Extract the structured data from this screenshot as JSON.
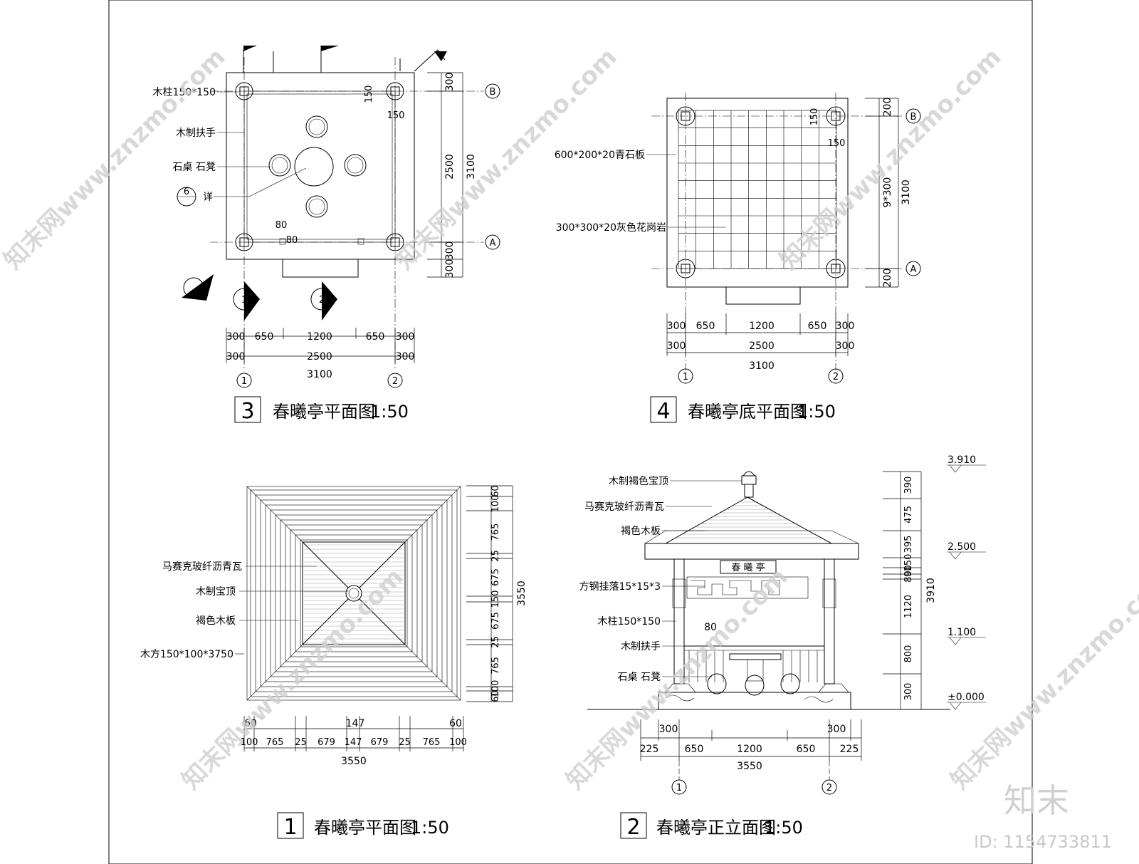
{
  "watermark": {
    "text": "知末网www.znzmo.com",
    "brand": "知末",
    "id": "ID: 1154733811"
  },
  "plan3": {
    "number": "3",
    "title": "春曦亭平面图",
    "scale": "1:50",
    "labels": {
      "post": "木柱150*150",
      "rail": "木制扶手",
      "table": "石桌 石凳",
      "detail_num": "6",
      "detail": "详"
    },
    "dims_h1": [
      "300",
      "650",
      "1200",
      "650",
      "300"
    ],
    "dims_h2": [
      "300",
      "2500",
      "300"
    ],
    "dims_h3": "3100",
    "dims_v": [
      "300",
      "2500",
      "300",
      "300"
    ],
    "dims_v_total": "3100",
    "small": [
      "150",
      "150",
      "80",
      "80"
    ],
    "axes": [
      "B",
      "A",
      "1",
      "2"
    ],
    "section_marks": [
      "1",
      "2"
    ]
  },
  "plan4": {
    "number": "4",
    "title": "春曦亭底平面图",
    "scale": "1:50",
    "labels": {
      "stone": "600*200*20青石板",
      "granite": "300*300*20灰色花岗岩"
    },
    "dims_h1": [
      "300",
      "650",
      "1200",
      "650",
      "300"
    ],
    "dims_h2": [
      "300",
      "2500",
      "300"
    ],
    "dims_h3": "3100",
    "dims_v": [
      "200",
      "9*300",
      "200"
    ],
    "dims_v_total": "3100",
    "small": [
      "150",
      "150"
    ],
    "axes": [
      "B",
      "A",
      "1",
      "2"
    ]
  },
  "roof1": {
    "number": "1",
    "title": "春曦亭平面图",
    "scale": "1:50",
    "labels": {
      "tile": "马赛克玻纤沥青瓦",
      "top": "木制宝顶",
      "board": "褐色木板",
      "beam": "木方150*100*3750"
    },
    "dims_v": [
      "60",
      "100",
      "765",
      "25",
      "675",
      "150",
      "675",
      "25",
      "765",
      "100",
      "60"
    ],
    "dims_v_total": "3550",
    "dims_h_top": [
      "60",
      "147",
      "60"
    ],
    "dims_h": [
      "100",
      "765",
      "25",
      "679",
      "147",
      "679",
      "25",
      "765",
      "100"
    ],
    "dims_h_total": "3550"
  },
  "elev2": {
    "number": "2",
    "title": "春曦亭正立面图",
    "scale": "1:50",
    "labels": {
      "top": "木制褐色宝顶",
      "tile": "马赛克玻纤沥青瓦",
      "board": "褐色木板",
      "fret": "方钢挂落15*15*3",
      "post": "木柱150*150",
      "rail": "木制扶手",
      "table": "石桌 石凳",
      "sign": "春 曦 亭",
      "dim80": "80"
    },
    "dims_v": [
      "390",
      "475",
      "395",
      "150",
      "90",
      "80",
      "1120",
      "800",
      "300"
    ],
    "dims_v_total": "3910",
    "levels": [
      "3.910",
      "2.500",
      "1.100",
      "±0.000"
    ],
    "dims_h1": [
      "300",
      "300"
    ],
    "dims_h2": [
      "225",
      "650",
      "1200",
      "650",
      "225"
    ],
    "dims_h_total": "3550",
    "axes": [
      "1",
      "2"
    ]
  }
}
